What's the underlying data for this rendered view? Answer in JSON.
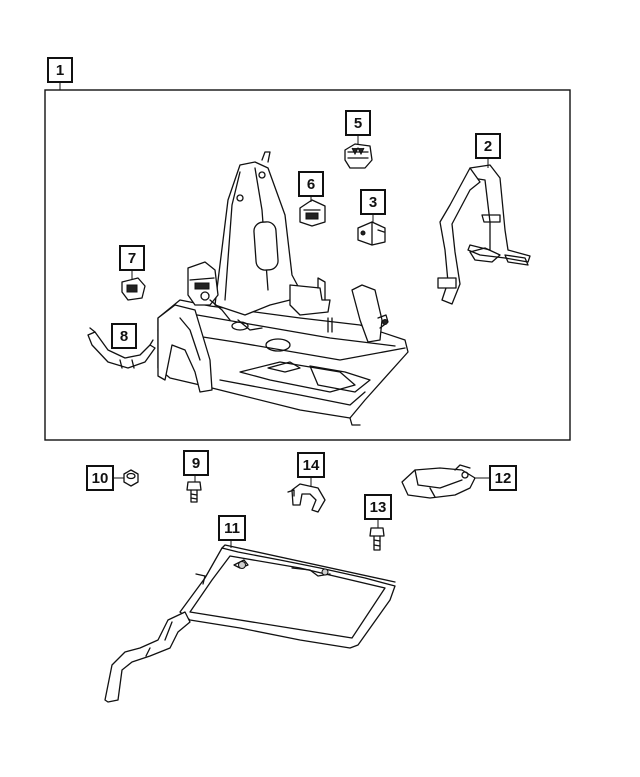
{
  "callouts": [
    {
      "id": "1",
      "label": "1"
    },
    {
      "id": "2",
      "label": "2"
    },
    {
      "id": "3",
      "label": "3"
    },
    {
      "id": "5",
      "label": "5"
    },
    {
      "id": "6",
      "label": "6"
    },
    {
      "id": "7",
      "label": "7"
    },
    {
      "id": "8",
      "label": "8"
    },
    {
      "id": "9",
      "label": "9"
    },
    {
      "id": "10",
      "label": "10"
    },
    {
      "id": "11",
      "label": "11"
    },
    {
      "id": "12",
      "label": "12"
    },
    {
      "id": "13",
      "label": "13"
    },
    {
      "id": "14",
      "label": "14"
    }
  ]
}
